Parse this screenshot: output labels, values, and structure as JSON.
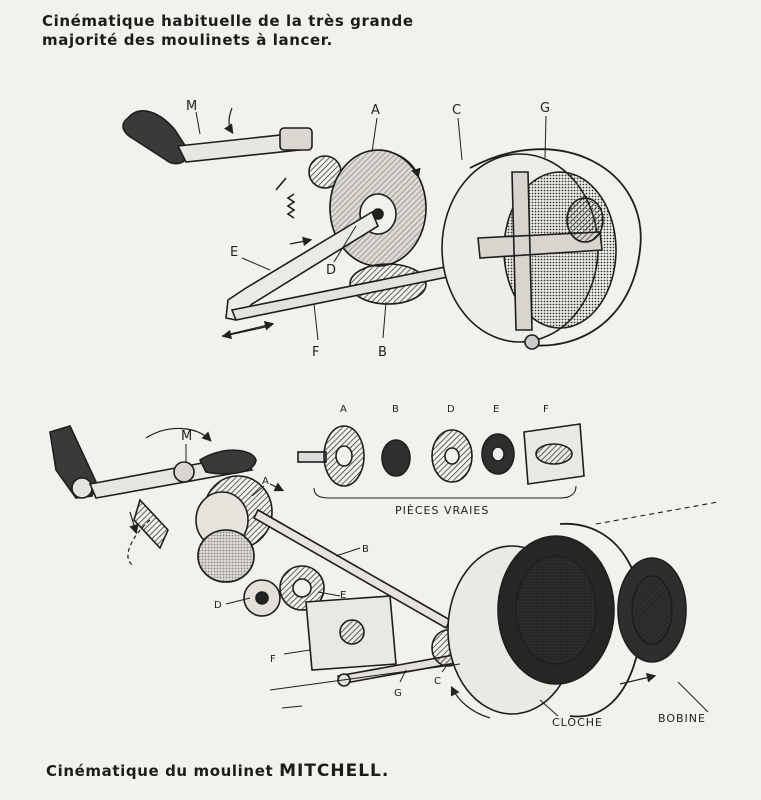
{
  "captions": {
    "top_line1": "Cinématique habituelle de la très grande",
    "top_line2": "majorité des moulinets à lancer.",
    "bottom_prefix": "Cinématique du moulinet ",
    "bottom_brand": "MITCHELL."
  },
  "diagram_top": {
    "labels": {
      "M": "M",
      "A": "A",
      "C": "C",
      "G": "G",
      "E": "E",
      "D": "D",
      "F": "F",
      "B": "B"
    }
  },
  "diagram_bottom": {
    "labels": {
      "M": "M",
      "A": "A",
      "B": "B",
      "D": "D",
      "E": "E",
      "F": "F",
      "G": "G",
      "C": "C"
    },
    "parts": {
      "A": "A",
      "B": "B",
      "D": "D",
      "E": "E",
      "F": "F"
    },
    "parts_caption": "PIÈCES VRAIES",
    "cloche": "CLOCHE",
    "bobine": "BOBINE"
  }
}
